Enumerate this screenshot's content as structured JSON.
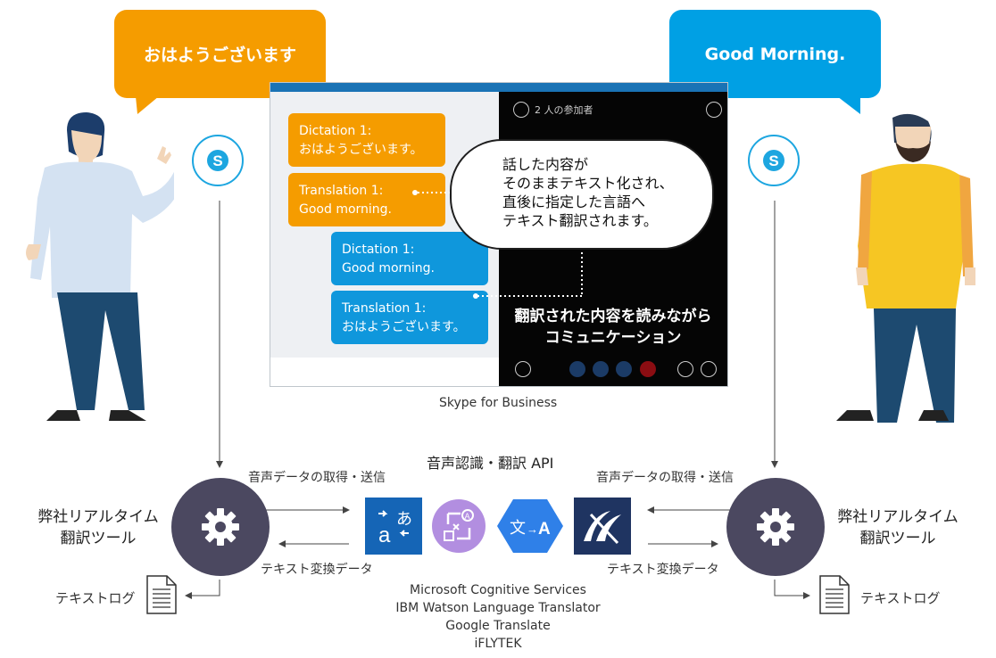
{
  "speech": {
    "japanese": "おはようございます",
    "english": "Good Morning."
  },
  "chat": {
    "messages": [
      {
        "title": "Dictation 1:",
        "text": "おはようございます。"
      },
      {
        "title": "Translation 1:",
        "text": "Good morning."
      },
      {
        "title": "Dictation 1:",
        "text": "Good morning."
      },
      {
        "title": "Translation 1:",
        "text": "おはようございます。"
      }
    ]
  },
  "video": {
    "participants": "2 人の参加者",
    "caption_line1": "翻訳された内容を読みながら",
    "caption_line2": "コミュニケーション"
  },
  "callout": {
    "line1": "話した内容が",
    "line2": "そのままテキスト化され、",
    "line3": "直後に指定した言語へ",
    "line4": "テキスト翻訳されます。"
  },
  "window_caption": "Skype for Business",
  "api": {
    "title": "音声認識・翻訳 API",
    "vendors": [
      "Microsoft Cognitive Services",
      "IBM Watson Language Translator",
      "Google Translate",
      "iFLYTEK"
    ]
  },
  "tool": {
    "line1": "弊社リアルタイム",
    "line2": "翻訳ツール"
  },
  "flow": {
    "send": "音声データの取得・送信",
    "receive": "テキスト変換データ",
    "log": "テキストログ"
  },
  "colors": {
    "orange": "#f59c00",
    "blue": "#00a0e4",
    "gear": "#4b4860"
  }
}
